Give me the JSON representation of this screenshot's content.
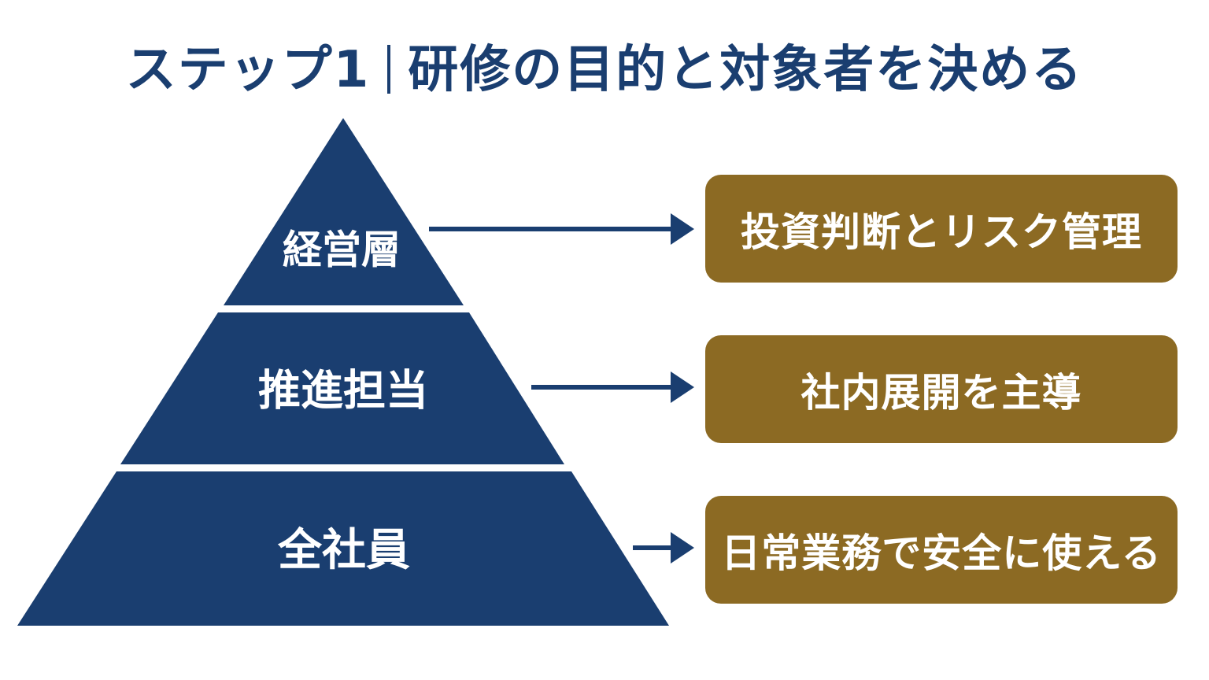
{
  "title": {
    "step": "ステップ1",
    "text": "研修の目的と対象者を決める"
  },
  "tiers": [
    {
      "label": "経営層",
      "goal": "投資判断とリスク管理"
    },
    {
      "label": "推進担当",
      "goal": "社内展開を主導"
    },
    {
      "label": "全社員",
      "goal": "日常業務で安全に使える"
    }
  ],
  "colors": {
    "navy": "#1a3e70",
    "gold": "#8c6a23",
    "text_light": "#ffffff"
  }
}
